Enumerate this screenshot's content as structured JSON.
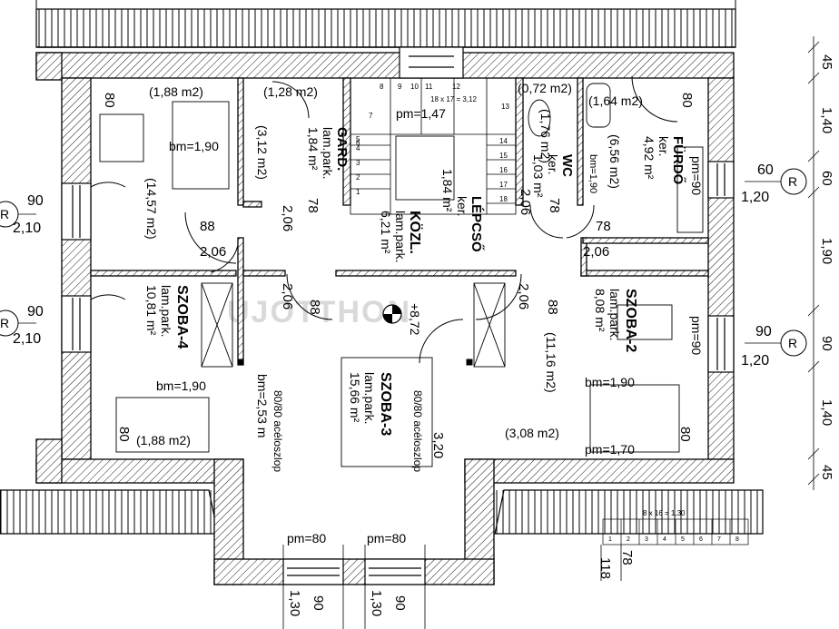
{
  "rooms": {
    "szoba4": {
      "name": "SZOBA-4",
      "floor": "lam.park.",
      "area": "10,81 m²"
    },
    "szoba3": {
      "name": "SZOBA-3",
      "floor": "lam.park.",
      "area": "15,66 m²"
    },
    "szoba2": {
      "name": "SZOBA-2",
      "floor": "lam.park.",
      "area": "8,08 m²"
    },
    "gard": {
      "name": "GARD.",
      "floor": "lam.park.",
      "area": "1,84 m²"
    },
    "kozl": {
      "name": "KÖZL.",
      "floor": "lam.park.",
      "area": "6,21 m²"
    },
    "lepcso": {
      "name": "LÉPCSŐ",
      "floor": "ker.",
      "area": "1,84 m²"
    },
    "wc": {
      "name": "WC",
      "floor": "ker.",
      "area": "1,03 m²"
    },
    "furdo": {
      "name": "FÜRDŐ",
      "floor": "ker.",
      "area": "4,92 m²"
    }
  },
  "sub_areas": {
    "a188_top": "(1,88 m2)",
    "a128": "(1,28 m2)",
    "a312": "(3,12 m2)",
    "a1457": "(14,57 m2)",
    "a072": "(0,72 m2)",
    "a176": "(1,76 m2)",
    "a164": "(1,64 m2)",
    "a656": "(6,56 m2)",
    "a1116": "(11,16 m2)",
    "a308": "(3,08 m2)",
    "a188_bot": "(1,88 m2)"
  },
  "labels": {
    "bm190_a": "bm=1,90",
    "bm190_b": "bm=1,90",
    "bm190_c": "bm=1,90",
    "bm190_furdo": "bm=1,90",
    "bm253": "bm=2,53 m",
    "pm147": "pm=1,47",
    "pm90_a": "pm=90",
    "pm90_b": "pm=90",
    "pm170": "pm=1,70",
    "pm80_a": "pm=80",
    "pm80_b": "pm=80",
    "stair_calc": "18 x 17 = 3,12",
    "stair_calc2": "8 x 16 = 1,30",
    "column_a": "80/80 acéloszlop",
    "column_b": "80/80 acéloszlop",
    "level": "+8,72"
  },
  "dims": {
    "d80_1": "80",
    "d80_2": "80",
    "d80_3": "80",
    "d80_4": "80",
    "d88_1": "88",
    "d88_2": "88",
    "d88_3": "88",
    "d206_1": "2,06",
    "d206_2": "2,06",
    "d206_3": "2,06",
    "d206_4": "2,06",
    "d206_5": "2,06",
    "d206_6": "2,06",
    "d78_1": "78",
    "d78_2": "78",
    "d78_3": "78",
    "d320": "3,20",
    "w90_1": "90",
    "w210_1": "2,10",
    "w90_2": "90",
    "w210_2": "2,10",
    "w60": "60",
    "w120_1": "1,20",
    "w90_3": "90",
    "w120_2": "1,20",
    "r1": "R",
    "r2": "R",
    "r3": "R",
    "r4": "R",
    "v45_top": "45",
    "v140_top": "1,40",
    "v60": "60",
    "v190": "1,90",
    "v90": "90",
    "v140_bot": "1,40",
    "v45_bot": "45",
    "b130_1": "1,30",
    "b90_1": "90",
    "b130_2": "1,30",
    "b90_2": "90",
    "s118": "118",
    "s78": "78"
  },
  "stair_numbers": [
    "1",
    "2",
    "3",
    "4",
    "5",
    "6",
    "7",
    "8",
    "9",
    "10",
    "11",
    "12",
    "13",
    "14",
    "15",
    "16",
    "17",
    "18"
  ],
  "small_stair_numbers": [
    "1",
    "2",
    "3",
    "4",
    "5",
    "6",
    "7",
    "8"
  ],
  "watermark": "UJOTTHON"
}
